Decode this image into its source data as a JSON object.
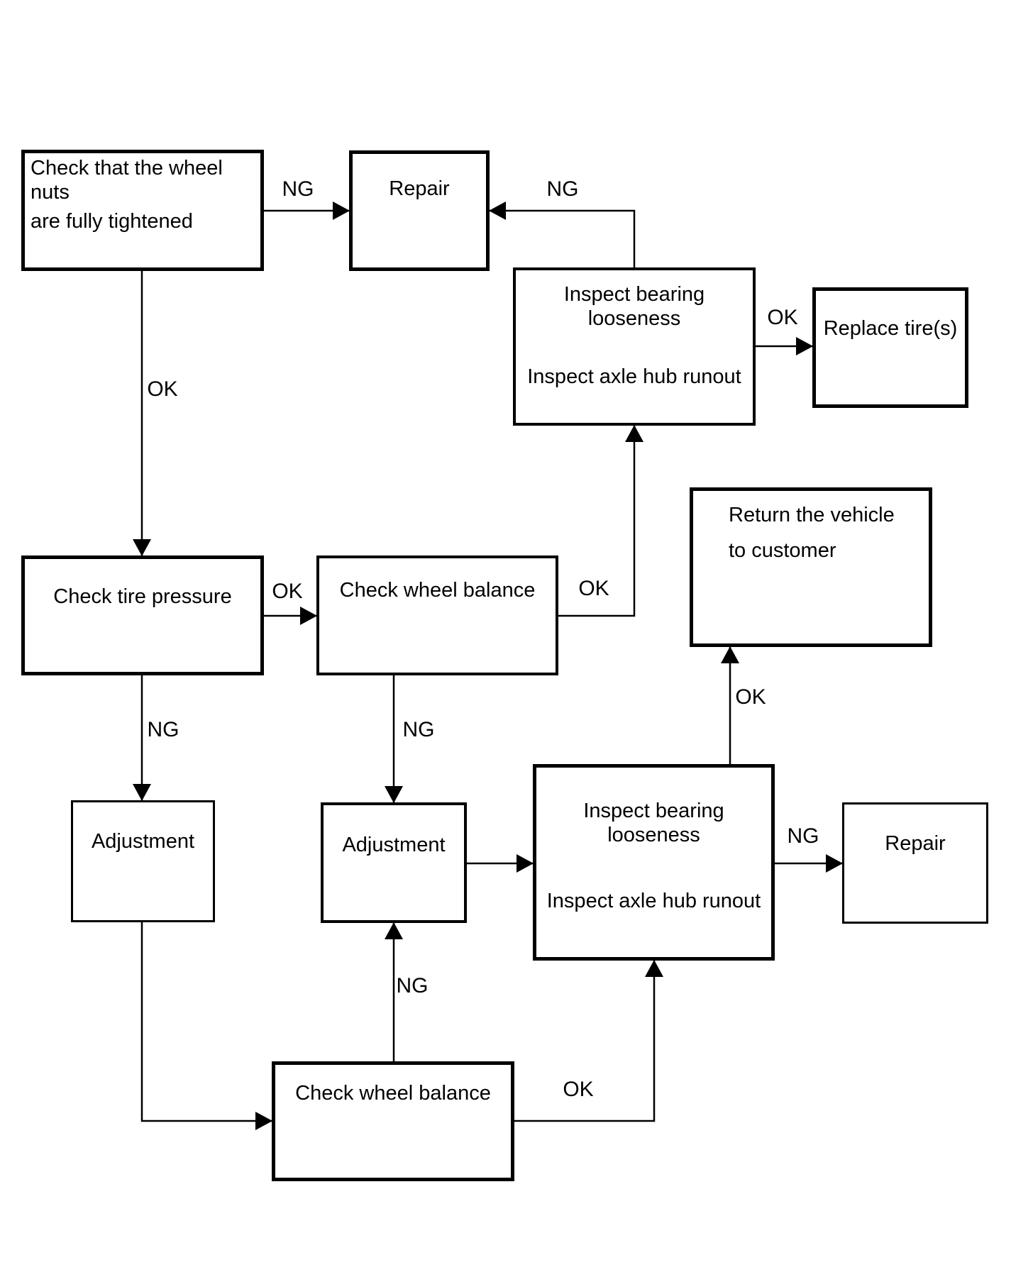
{
  "diagram_title": "Wheel / tire inspection flowchart",
  "colors": {
    "line": "#000000",
    "background": "#ffffff",
    "text": "#000000"
  },
  "nodes": {
    "check_wheel_nuts": {
      "lines": [
        "Check that the wheel nuts",
        "are fully tightened"
      ]
    },
    "repair_top": {
      "lines": [
        "Repair"
      ]
    },
    "inspect_top": {
      "lines": [
        "Inspect bearing looseness",
        "Inspect axle hub runout"
      ]
    },
    "replace_tires": {
      "lines": [
        "Replace tire(s)"
      ]
    },
    "return_vehicle": {
      "lines": [
        "Return the vehicle",
        "to customer"
      ]
    },
    "check_tire_pressure": {
      "lines": [
        "Check tire pressure"
      ]
    },
    "check_wheel_balance_mid": {
      "lines": [
        "Check wheel balance"
      ]
    },
    "adjustment_left": {
      "lines": [
        "Adjustment"
      ]
    },
    "adjustment_mid": {
      "lines": [
        "Adjustment"
      ]
    },
    "inspect_bottom": {
      "lines": [
        "Inspect bearing looseness",
        "Inspect axle hub runout"
      ]
    },
    "repair_bottom": {
      "lines": [
        "Repair"
      ]
    },
    "check_wheel_balance_bottom": {
      "lines": [
        "Check wheel balance"
      ]
    }
  },
  "edge_labels": {
    "ng_nuts_to_repair": "NG",
    "ng_inspect_to_repair": "NG",
    "ok_inspect_to_replace": "OK",
    "ok_nuts_to_pressure": "OK",
    "ok_pressure_to_balance": "OK",
    "ok_balance_to_inspect": "OK",
    "ng_pressure_to_adjust": "NG",
    "ng_balance_to_adjust": "NG",
    "ok_inspect2_to_return": "OK",
    "ng_inspect2_to_repair": "NG",
    "ng_balance2_to_adjust": "NG",
    "ok_balance2_to_inspect2": "OK"
  }
}
